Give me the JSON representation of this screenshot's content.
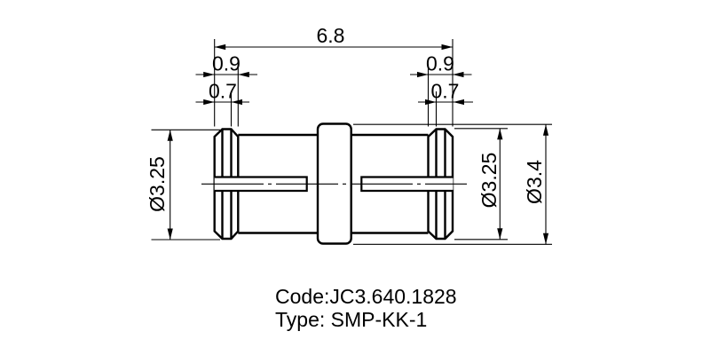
{
  "page": {
    "background_color": "#ffffff",
    "line_color": "#000000"
  },
  "drawing": {
    "kind": "technical-drawing",
    "view": "connector side view with dimensions",
    "dimensions": {
      "overall_length": "6.8",
      "left_step_outer": "0.9",
      "left_step_inner": "0.7",
      "right_step_outer": "0.9",
      "right_step_inner": "0.7",
      "body_diameter_left": "Ø3.25",
      "body_diameter_right": "Ø3.25",
      "flange_diameter": "Ø3.4"
    },
    "footer": {
      "code_line": "Code:JC3.640.1828",
      "type_line": "Type: SMP-KK-1"
    }
  }
}
